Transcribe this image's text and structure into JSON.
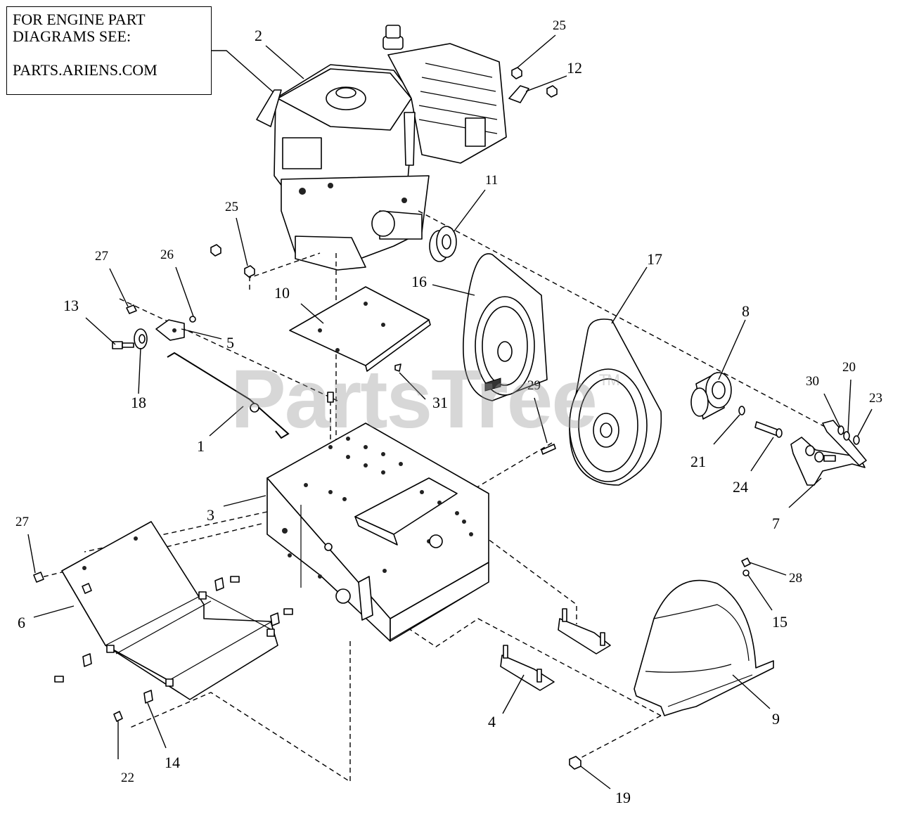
{
  "note": {
    "line1": "FOR ENGINE PART",
    "line2": "DIAGRAMS SEE:",
    "line3": "PARTS.ARIENS.COM"
  },
  "watermark": {
    "text": "PartsTree",
    "tm": "TM"
  },
  "callouts": {
    "c1": "1",
    "c2": "2",
    "c3": "3",
    "c4": "4",
    "c5": "5",
    "c6": "6",
    "c7": "7",
    "c8": "8",
    "c9": "9",
    "c10": "10",
    "c11": "11",
    "c12": "12",
    "c13": "13",
    "c14": "14",
    "c15": "15",
    "c16": "16",
    "c17": "17",
    "c18": "18",
    "c19": "19",
    "c20": "20",
    "c21": "21",
    "c22": "22",
    "c23": "23",
    "c24": "24",
    "c25a": "25",
    "c25b": "25",
    "c26": "26",
    "c27a": "27",
    "c27b": "27",
    "c28": "28",
    "c29": "29",
    "c30": "30",
    "c31": "31"
  },
  "colors": {
    "line": "#000000",
    "watermark": "#969696",
    "background": "#ffffff"
  }
}
